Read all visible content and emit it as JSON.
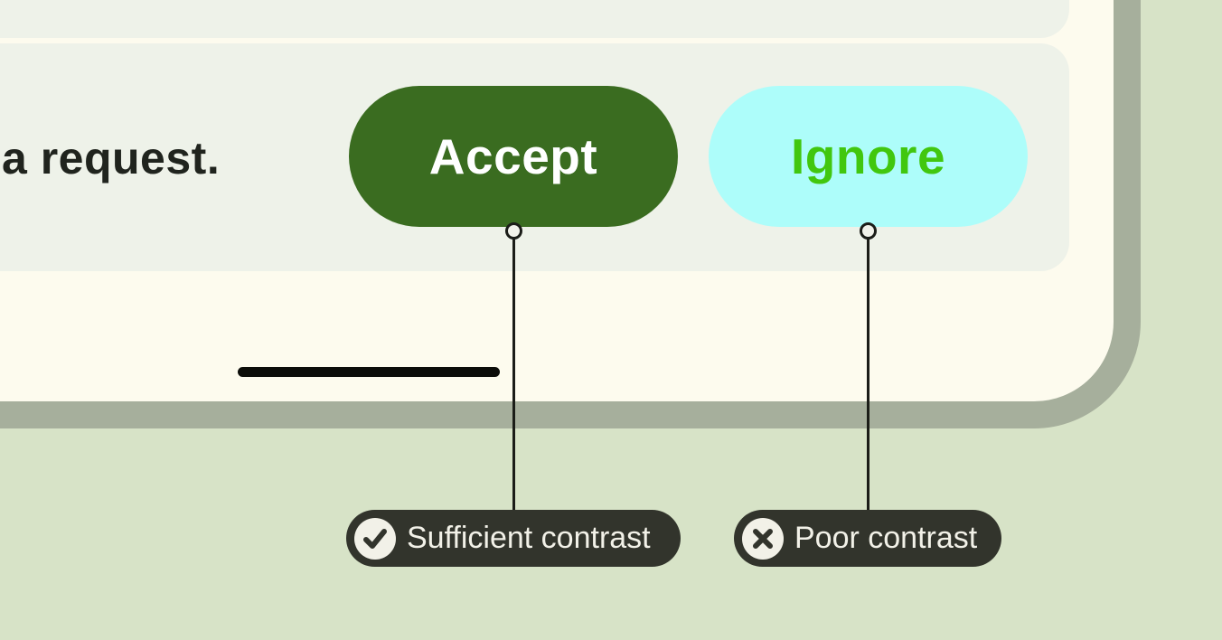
{
  "colors": {
    "page_bg": "#d7e3c7",
    "frame_border": "#a6af9c",
    "card_surface": "#fdfbee",
    "panel_bg": "#eef2e9",
    "message_text": "#20241e",
    "accept_bg": "#3a6c20",
    "accept_fg": "#ffffff",
    "ignore_bg": "#adfdfa",
    "ignore_fg": "#41c70e",
    "callout_bg": "#32342c",
    "callout_fg": "#f2f1e8",
    "connector": "#1b1d18",
    "home_bar": "#0c0d09"
  },
  "notification": {
    "message_fragment": "a request.",
    "accept_label": "Accept",
    "ignore_label": "Ignore"
  },
  "annotations": {
    "items": [
      {
        "icon": "check-circle-icon",
        "label": "Sufficient contrast"
      },
      {
        "icon": "x-circle-icon",
        "label": "Poor contrast"
      }
    ]
  }
}
